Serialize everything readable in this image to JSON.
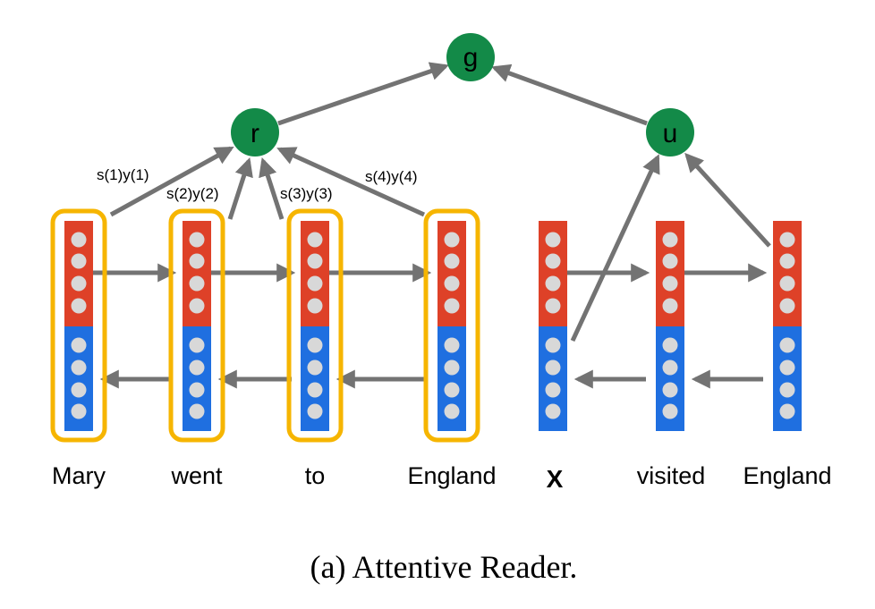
{
  "colors": {
    "forward_state": "#de4128",
    "backward_state": "#1f6fe0",
    "unit_dot": "#d8d8d8",
    "node": "#138a48",
    "arrow": "#737373",
    "attention_box": "#f6b500"
  },
  "nodes": {
    "g": "g",
    "r": "r",
    "u": "u"
  },
  "attention_labels": [
    "s(1)y(1)",
    "s(2)y(2)",
    "s(3)y(3)",
    "s(4)y(4)"
  ],
  "document_words": [
    "Mary",
    "went",
    "to",
    "England"
  ],
  "query_words": [
    "X",
    "visited",
    "England"
  ],
  "caption": "(a) Attentive Reader."
}
